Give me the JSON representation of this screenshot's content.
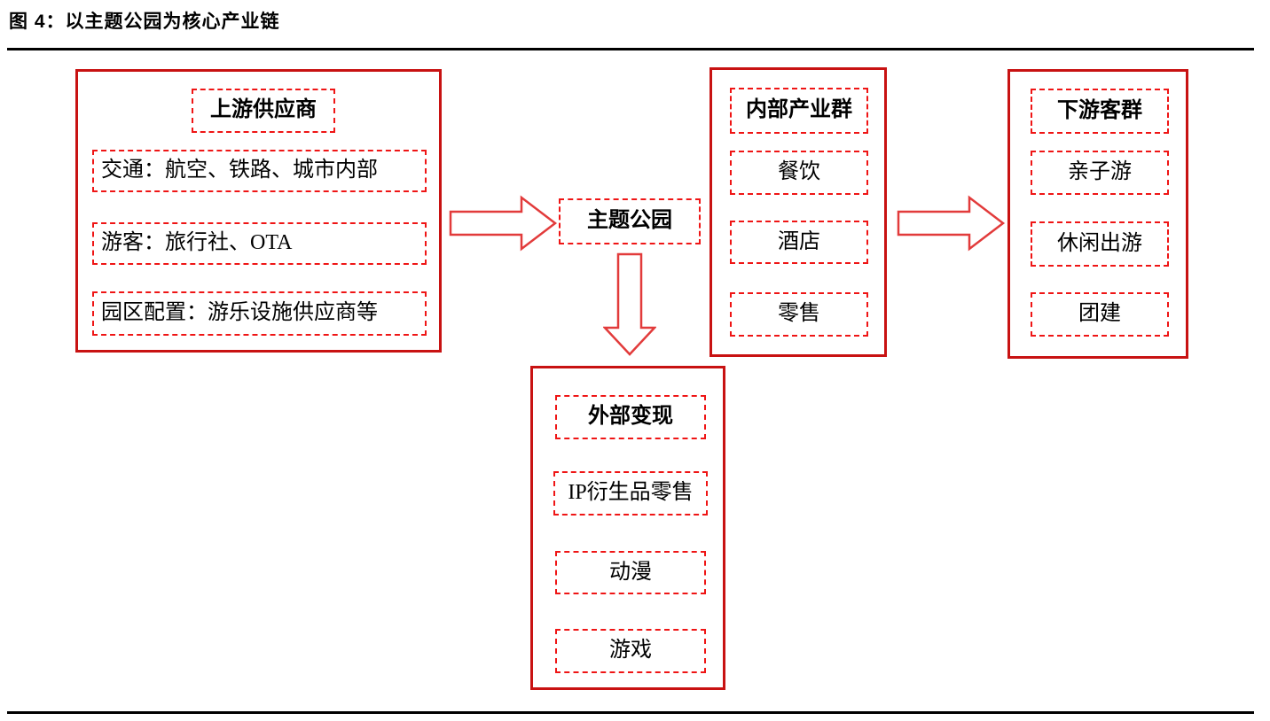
{
  "figure": {
    "title": "图 4：以主题公园为核心产业链"
  },
  "colors": {
    "solid_border": "#c81212",
    "dashed_border": "#ef1515",
    "arrow": "#e23b3b",
    "text": "#000000",
    "rule": "#000000",
    "bg": "#ffffff"
  },
  "diagram": {
    "upstream": {
      "header": "上游供应商",
      "items": [
        "交通：航空、铁路、城市内部",
        "游客：旅行社、OTA",
        "园区配置：游乐设施供应商等"
      ]
    },
    "core": {
      "label": "主题公园"
    },
    "internal": {
      "header": "内部产业群",
      "items": [
        "餐饮",
        "酒店",
        "零售"
      ]
    },
    "downstream": {
      "header": "下游客群",
      "items": [
        "亲子游",
        "休闲出游",
        "团建"
      ]
    },
    "external": {
      "header": "外部变现",
      "items": [
        "IP衍生品零售",
        "动漫",
        "游戏"
      ]
    },
    "arrows": {
      "upstream_to_core": "arrow-right",
      "core_to_external": "arrow-down",
      "internal_to_downstream": "arrow-right"
    }
  }
}
